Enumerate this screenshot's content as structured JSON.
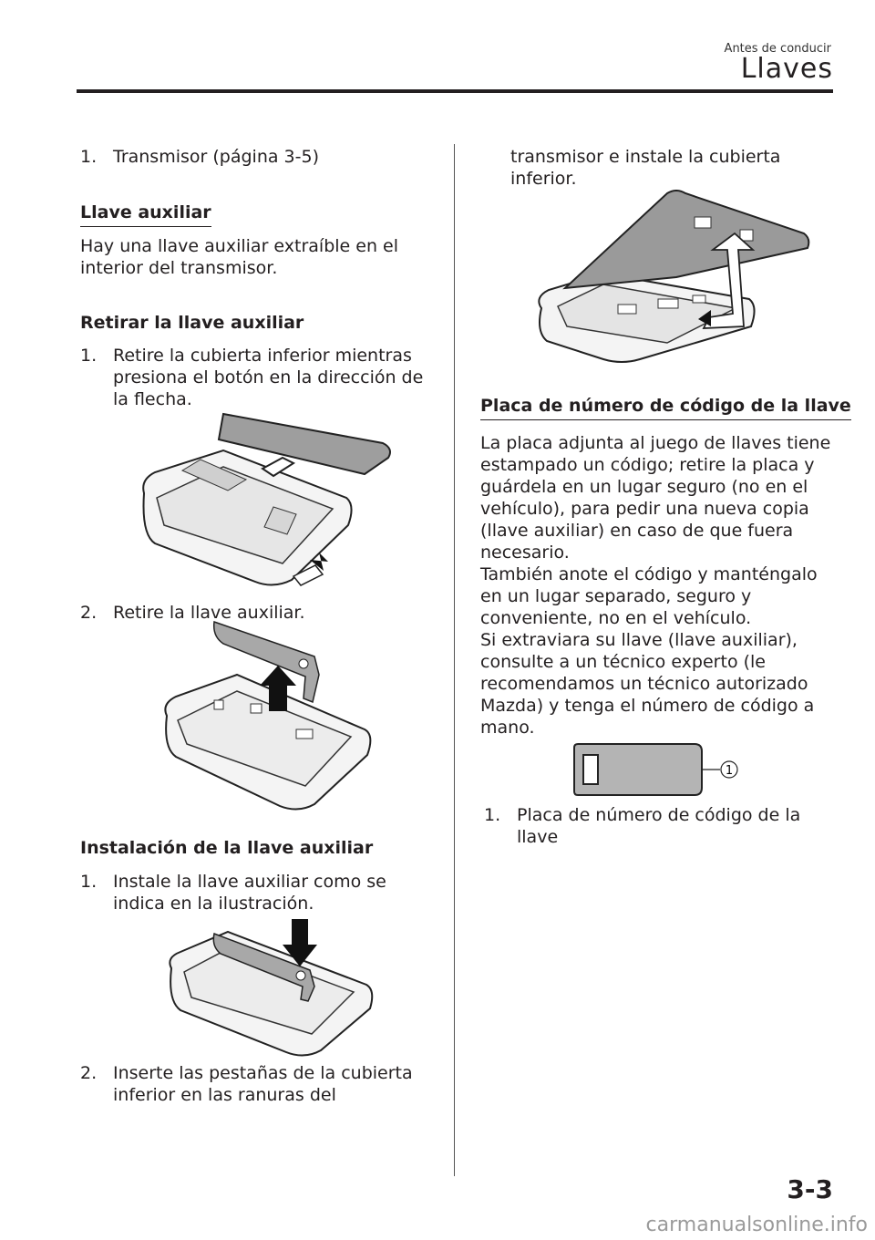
{
  "header": {
    "section": "Antes de conducir",
    "chapter": "Llaves"
  },
  "left": {
    "item1": {
      "num": "1.",
      "text": "Transmisor (página 3-5)"
    },
    "aux_heading": "Llave auxiliar",
    "aux_intro": "Hay una llave auxiliar extraíble en el interior del transmisor.",
    "remove_heading": "Retirar la llave auxiliar",
    "remove_steps": [
      {
        "num": "1.",
        "text": "Retire la cubierta inferior mientras presiona el botón en la dirección de la flecha."
      },
      {
        "num": "2.",
        "text": "Retire la llave auxiliar."
      }
    ],
    "install_heading": "Instalación de la llave auxiliar",
    "install_steps": [
      {
        "num": "1.",
        "text": "Instale la llave auxiliar como se indica en la ilustración."
      },
      {
        "num": "2.",
        "text": "Inserte las pestañas de la cubierta inferior en las ranuras del"
      }
    ]
  },
  "right": {
    "continued_text": "transmisor e instale la cubierta inferior.",
    "code_heading": "Placa de número de código de la llave",
    "code_paragraphs": [
      "La placa adjunta al juego de llaves tiene estampado un código; retire la placa y guárdela en un lugar seguro (no en el vehículo), para pedir una nueva copia (llave auxiliar) en caso de que fuera necesario.",
      "También anote el código y manténgalo en un lugar separado, seguro y conveniente, no en el vehículo.",
      "Si extraviara su llave (llave auxiliar), consulte a un técnico experto (le recomendamos un técnico autorizado Mazda) y tenga el número de código a mano."
    ],
    "callout_label": "1",
    "caption": {
      "num": "1.",
      "text": "Placa de número de código de la llave"
    }
  },
  "footer": {
    "page_number": "3-3",
    "watermark": "carmanualsonline.info"
  }
}
